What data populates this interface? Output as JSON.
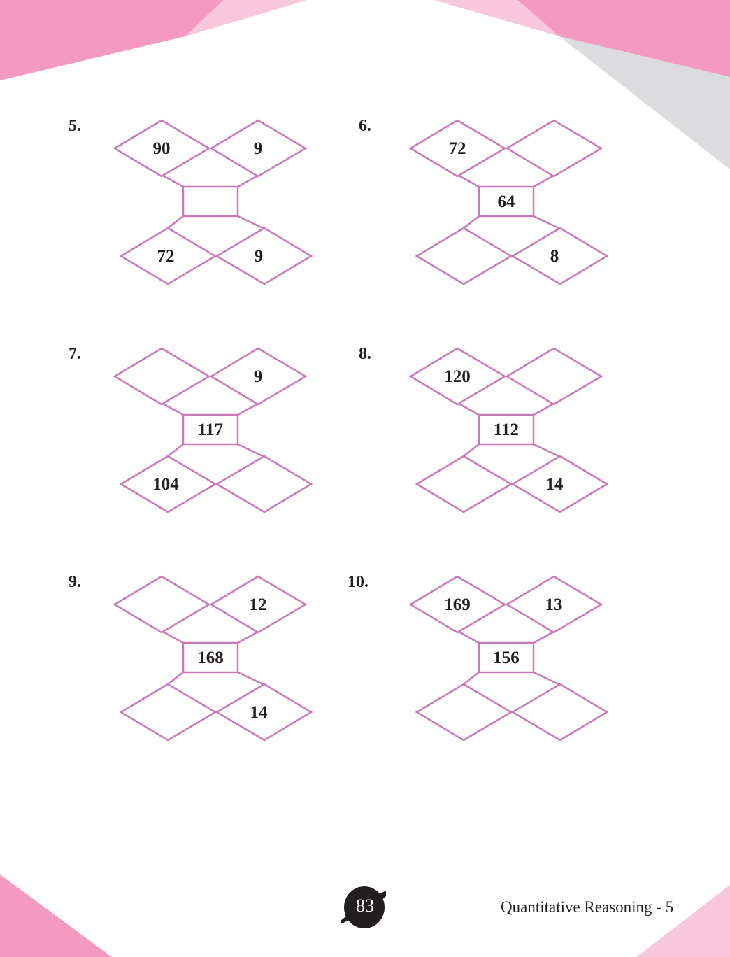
{
  "colors": {
    "pink": "#f49ac1",
    "light_pink": "#f7c8dc",
    "gray": "#dcdcde",
    "outline": "#c978b8",
    "page_badge": "#231f20"
  },
  "puzzles": [
    {
      "label": "5.",
      "top_left": "90",
      "top_right": "9",
      "center": "",
      "bottom_left": "72",
      "bottom_right": "9"
    },
    {
      "label": "6.",
      "top_left": "72",
      "top_right": "",
      "center": "64",
      "bottom_left": "",
      "bottom_right": "8"
    },
    {
      "label": "7.",
      "top_left": "",
      "top_right": "9",
      "center": "117",
      "bottom_left": "104",
      "bottom_right": ""
    },
    {
      "label": "8.",
      "top_left": "120",
      "top_right": "",
      "center": "112",
      "bottom_left": "",
      "bottom_right": "14"
    },
    {
      "label": "9.",
      "top_left": "",
      "top_right": "12",
      "center": "168",
      "bottom_left": "",
      "bottom_right": "14"
    },
    {
      "label": "10.",
      "top_left": "169",
      "top_right": "13",
      "center": "156",
      "bottom_left": "",
      "bottom_right": ""
    }
  ],
  "footer": {
    "page_number": "83",
    "book_title": "Quantitative Reasoning - 5"
  }
}
